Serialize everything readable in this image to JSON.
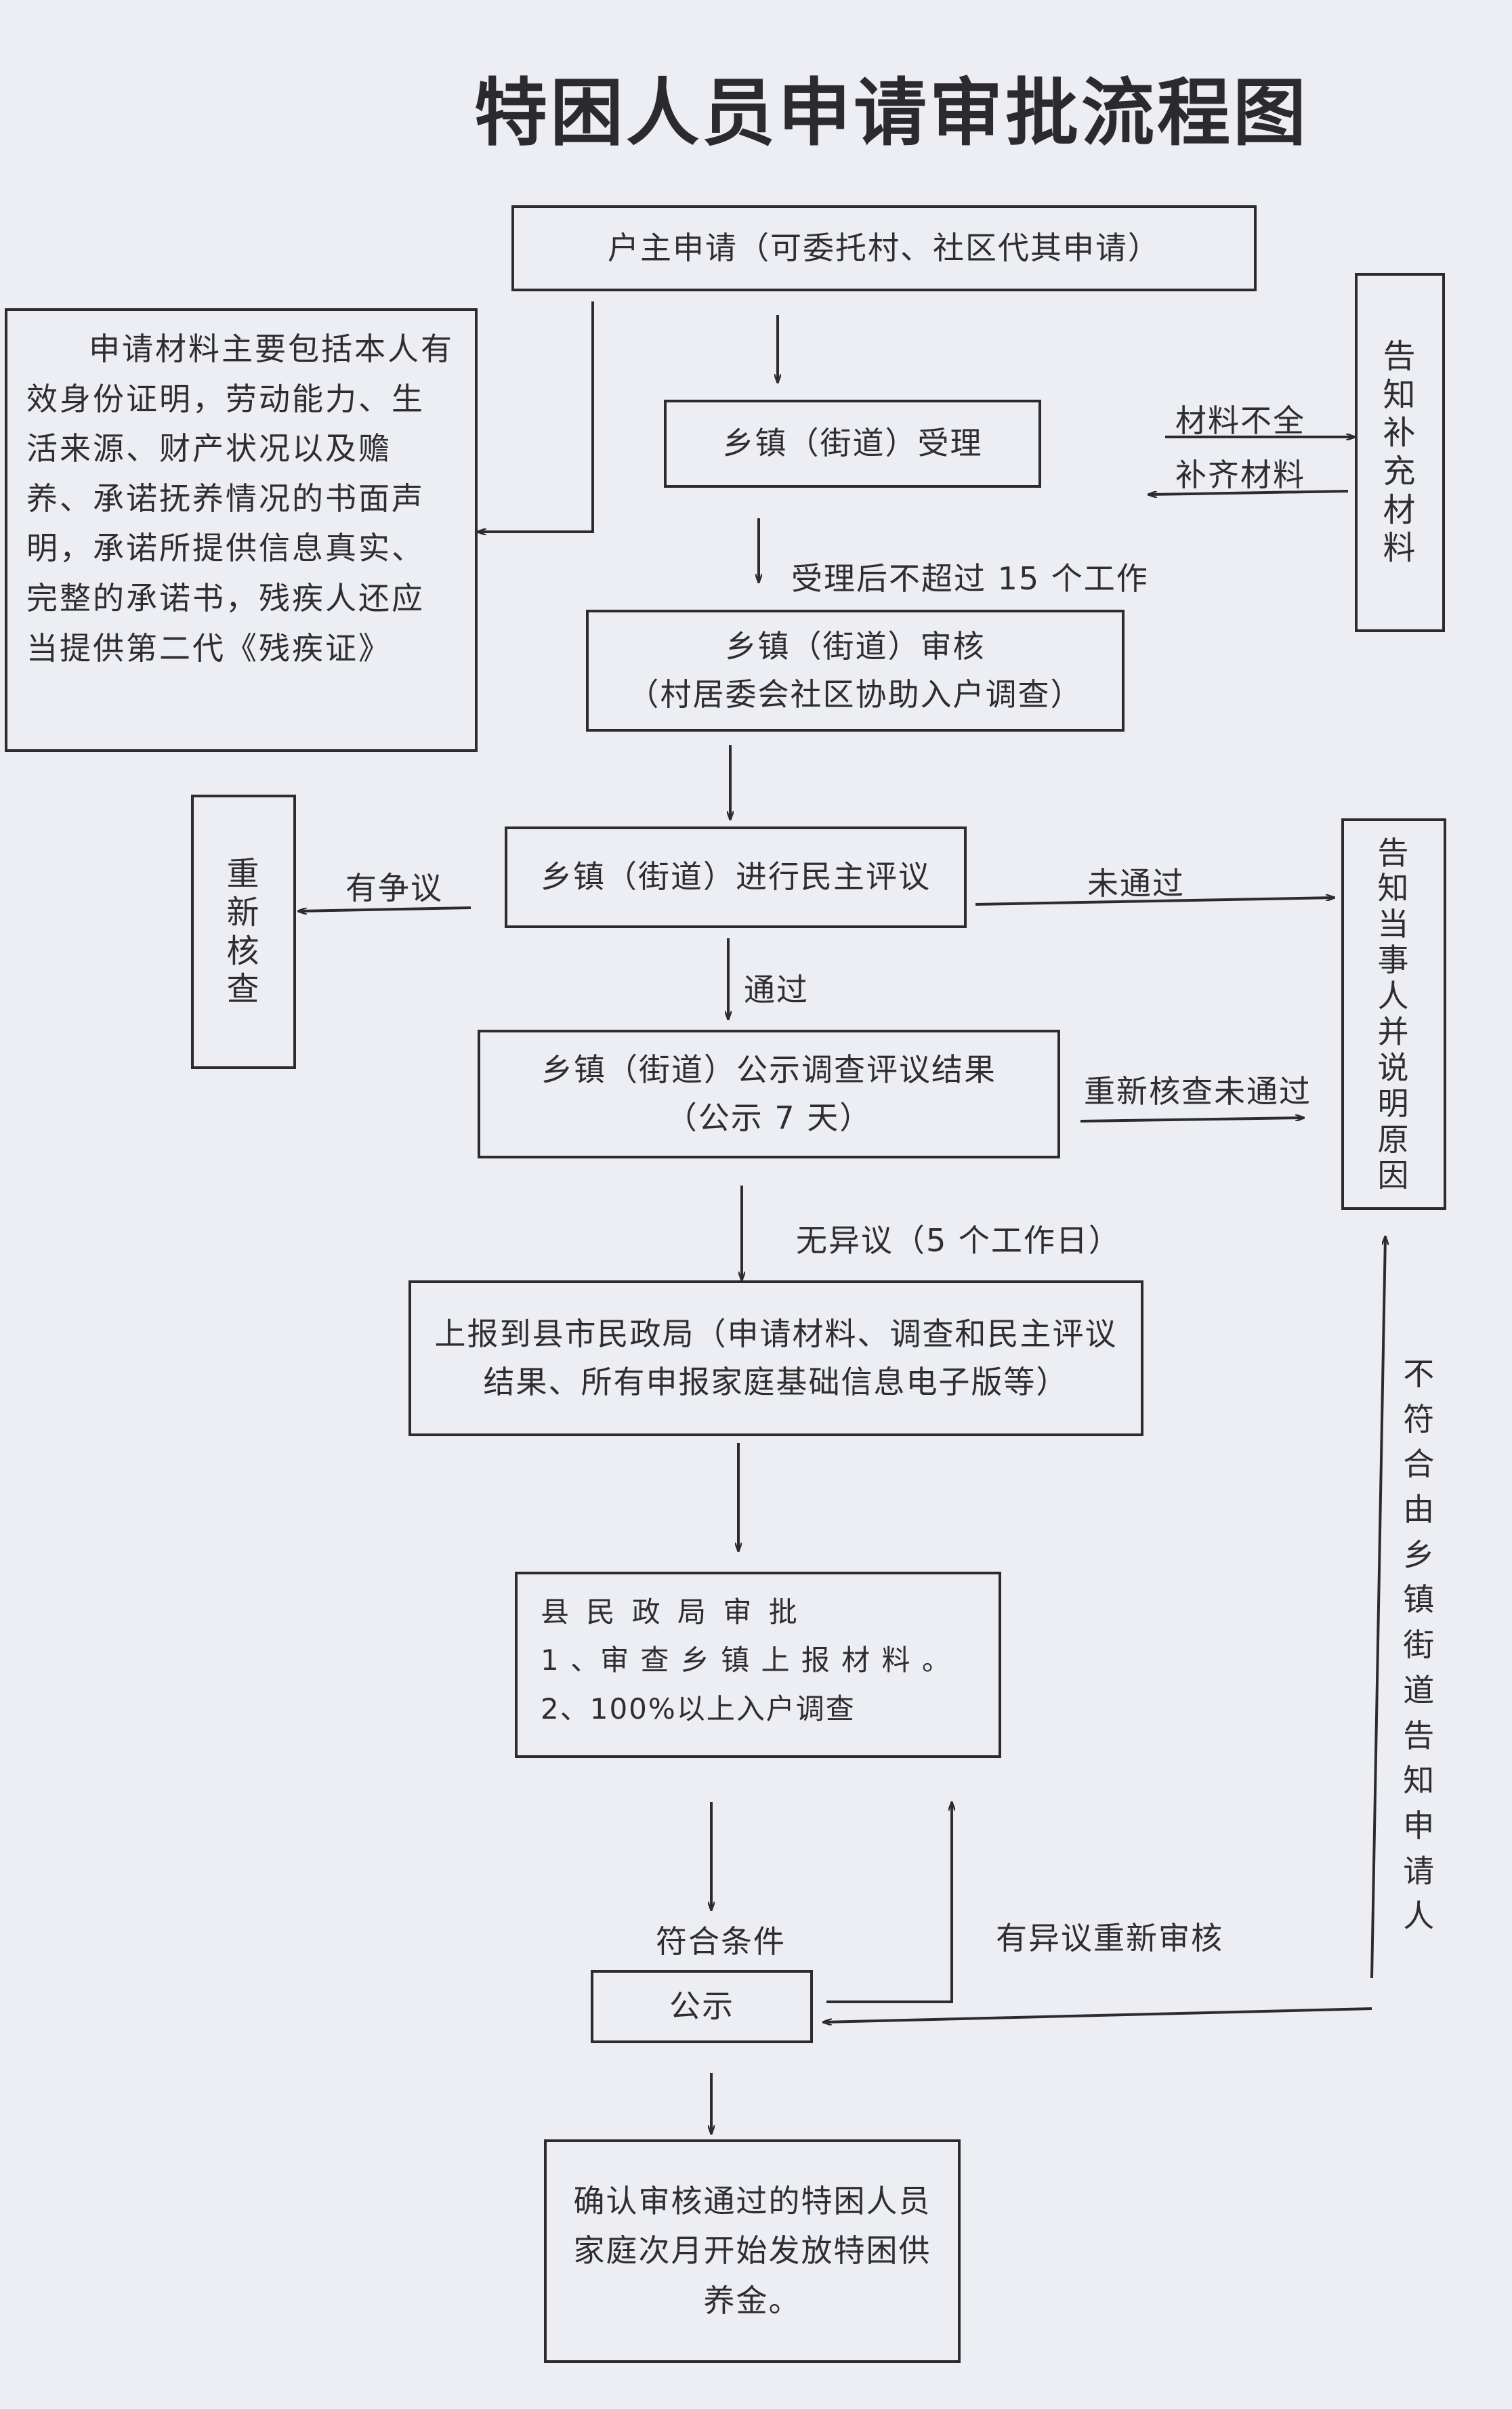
{
  "title": "特困人员申请审批流程图",
  "boxes": {
    "apply": "户主申请（可委托村、社区代其申请）",
    "materials": "申请材料主要包括本人有效身份证明，劳动能力、生活来源、财产状况以及赡养、承诺抚养情况的书面声明，承诺所提供信息真实、完整的承诺书，残疾人还应当提供第二代《残疾证》",
    "notify_supplement": "告知补充材料",
    "accept": "乡镇（街道）受理",
    "review_line1": "乡镇（街道）审核",
    "review_line2": "（村居委会社区协助入户调查）",
    "democratic": "乡镇（街道）进行民主评议",
    "recheck": "重新核查",
    "notify_party": "告知当事人并说明原因",
    "publicize_line1": "乡镇（街道）公示调查评议结果",
    "publicize_line2": "（公示 7 天）",
    "report_line1": "上报到县市民政局（申请材料、调查和民主评议",
    "report_line2": "结果、所有申报家庭基础信息电子版等）",
    "approve_title": "县 民 政 局 审 批",
    "approve_item1": "1 、审 查 乡 镇 上 报 材 料 。",
    "approve_item2": "2、100%以上入户调查",
    "public_notice": "公示",
    "confirm": "确认审核通过的特困人员家庭次月开始发放特困供养金。"
  },
  "labels": {
    "incomplete": "材料不全",
    "supplement": "补齐材料",
    "within15": "受理后不超过 15 个工作",
    "disputed": "有争议",
    "failed": "未通过",
    "passed": "通过",
    "recheck_failed": "重新核查未通过",
    "no_objection": "无异议（5 个工作日）",
    "qualified": "符合条件",
    "objection_rereview": "有异议重新审核",
    "not_qualified": "不符合由乡镇街道告知申请人"
  }
}
